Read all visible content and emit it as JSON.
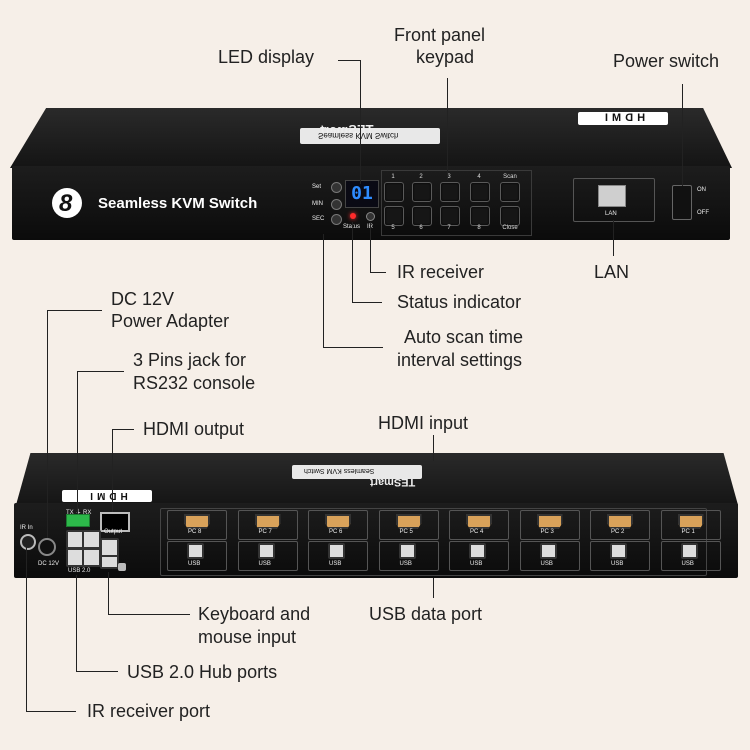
{
  "front": {
    "brand_top": "TESmart",
    "brand_sub": "Seamless KVM Switch",
    "logo_digit": "8",
    "title": "Seamless KVM Switch",
    "hdmi_logo": "HDMI",
    "led_value": "01",
    "side_buttons": [
      "Set",
      "MIN",
      "SEC"
    ],
    "status_label": "Status",
    "ir_label": "IR",
    "keys_top": [
      "1",
      "2",
      "3",
      "4",
      "Scan"
    ],
    "keys_bottom": [
      "5",
      "6",
      "7",
      "8",
      "Close"
    ],
    "lan_label": "LAN",
    "power_on": "ON",
    "power_off": "OFF"
  },
  "back": {
    "brand_top": "TESmart",
    "brand_sub": "Seamless KVM Switch",
    "hdmi_logo": "HDMI",
    "ir_in": "IR In",
    "dc": "DC 12V",
    "rs232": "TX ⏚ RX",
    "output": "Output",
    "usb20": "USB 2.0",
    "pc_labels": [
      "PC 8",
      "PC 7",
      "PC 6",
      "PC 5",
      "PC 4",
      "PC 3",
      "PC 2",
      "PC 1"
    ],
    "usb_label": "USB"
  },
  "callouts": {
    "led_display": "LED display",
    "front_keypad_1": "Front panel",
    "front_keypad_2": "keypad",
    "power_switch": "Power switch",
    "ir_receiver": "IR receiver",
    "lan": "LAN",
    "status_indicator": "Status indicator",
    "auto_scan_1": "Auto scan time",
    "auto_scan_2": "interval settings",
    "dc_1": "DC 12V",
    "dc_2": "Power Adapter",
    "rs232_1": "3 Pins jack for",
    "rs232_2": "RS232 console",
    "hdmi_output": "HDMI output",
    "hdmi_input": "HDMI input",
    "keyboard_1": "Keyboard and",
    "keyboard_2": "mouse input",
    "usb_data": "USB data port",
    "usb_hub": "USB 2.0 Hub ports",
    "ir_port": "IR receiver port"
  }
}
